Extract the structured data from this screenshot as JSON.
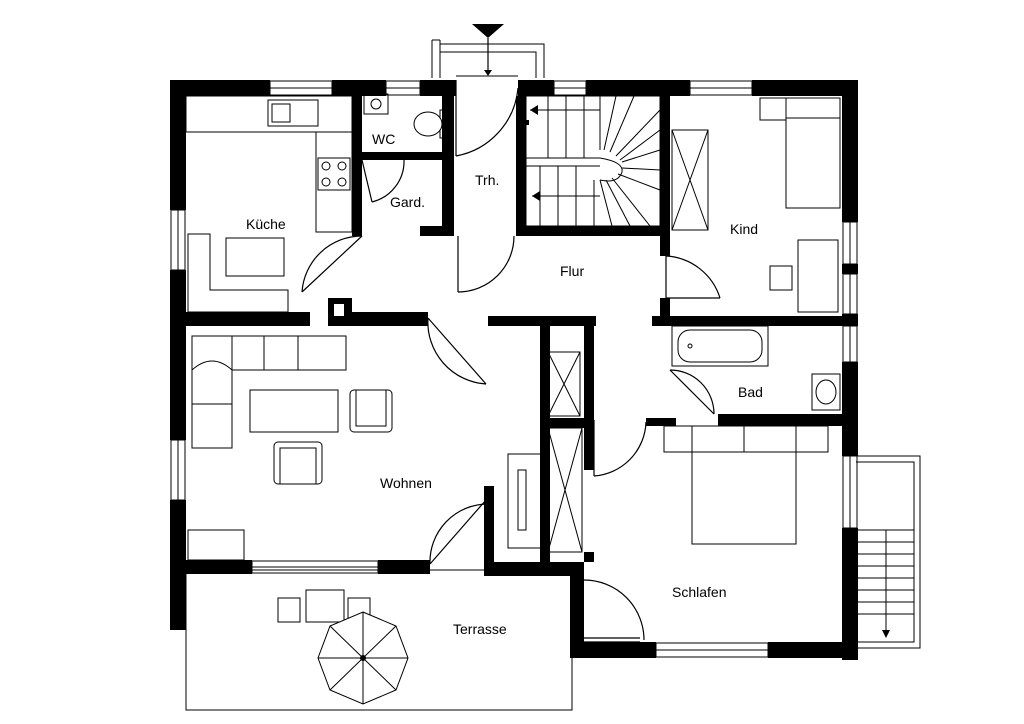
{
  "floor_plan": {
    "rooms": {
      "kueche": "Küche",
      "wc": "WC",
      "gard": "Gard.",
      "trh": "Trh.",
      "kind": "Kind",
      "flur": "Flur",
      "wohnen": "Wohnen",
      "bad": "Bad",
      "schlafen": "Schlafen",
      "terrasse": "Terrasse"
    },
    "entrance": "entrance-arrow",
    "colors": {
      "wall": "#000000",
      "background": "#ffffff",
      "line": "#000000"
    }
  }
}
